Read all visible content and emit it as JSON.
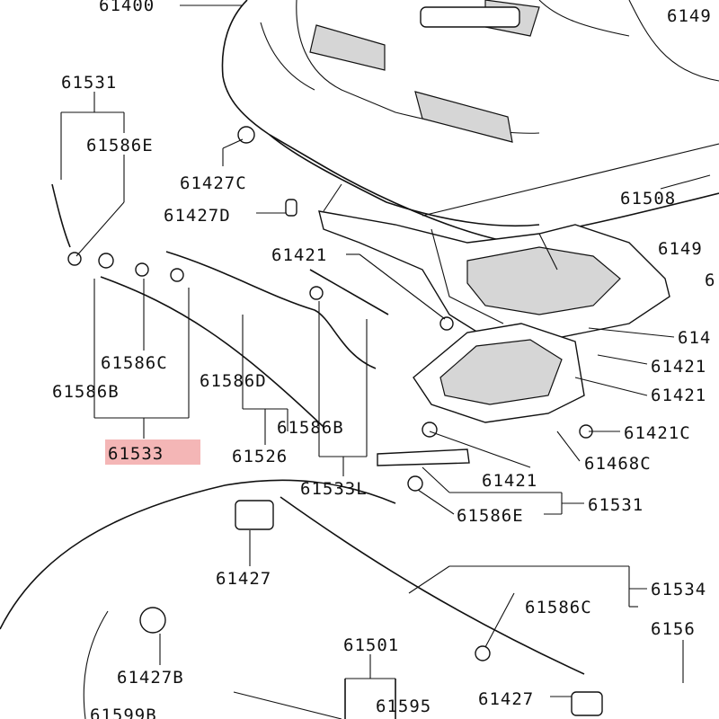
{
  "diagram": {
    "highlight_color": "#f4b6b6",
    "line_color": "#111111",
    "background": "#ffffff",
    "labels": {
      "p61400": "61400",
      "p6149_top": "6149",
      "p61531_a": "61531",
      "p61586E_a": "61586E",
      "p61427C": "61427C",
      "p61427D": "61427D",
      "p61508": "61508",
      "p6149_b": "6149",
      "p61421_a": "61421",
      "p6_right": "6",
      "p61421_r1": "61421",
      "p61421_r2": "61421",
      "p61421C": "61421C",
      "p614_r": "614",
      "p61586C_a": "61586C",
      "p61586D": "61586D",
      "p61586B_a": "61586B",
      "p61586B_b": "61586B",
      "p61533": "61533",
      "p61526": "61526",
      "p61533L": "61533L",
      "p61421_b": "61421",
      "p61468C": "61468C",
      "p61531_b": "61531",
      "p61586E_b": "61586E",
      "p61427": "61427",
      "p61534": "61534",
      "p61586C_b": "61586C",
      "p6156": "6156",
      "p61427B": "61427B",
      "p61501": "61501",
      "p61595": "61595",
      "p61427_b": "61427",
      "p61599B": "61599B"
    }
  }
}
